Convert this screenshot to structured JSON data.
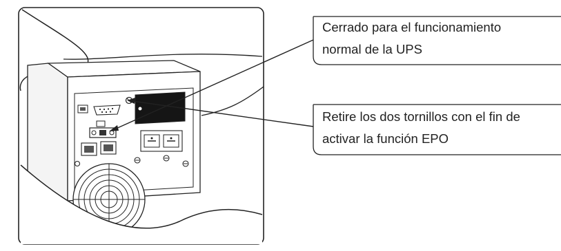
{
  "callouts": [
    {
      "line1": "Cerrado para el funcionamiento",
      "line2": "normal de la UPS"
    },
    {
      "line1": "Retire los dos tornillos con el fin de",
      "line2": "activar la función EPO"
    }
  ],
  "colors": {
    "line": "#222222",
    "text": "#222222",
    "background": "#ffffff"
  }
}
